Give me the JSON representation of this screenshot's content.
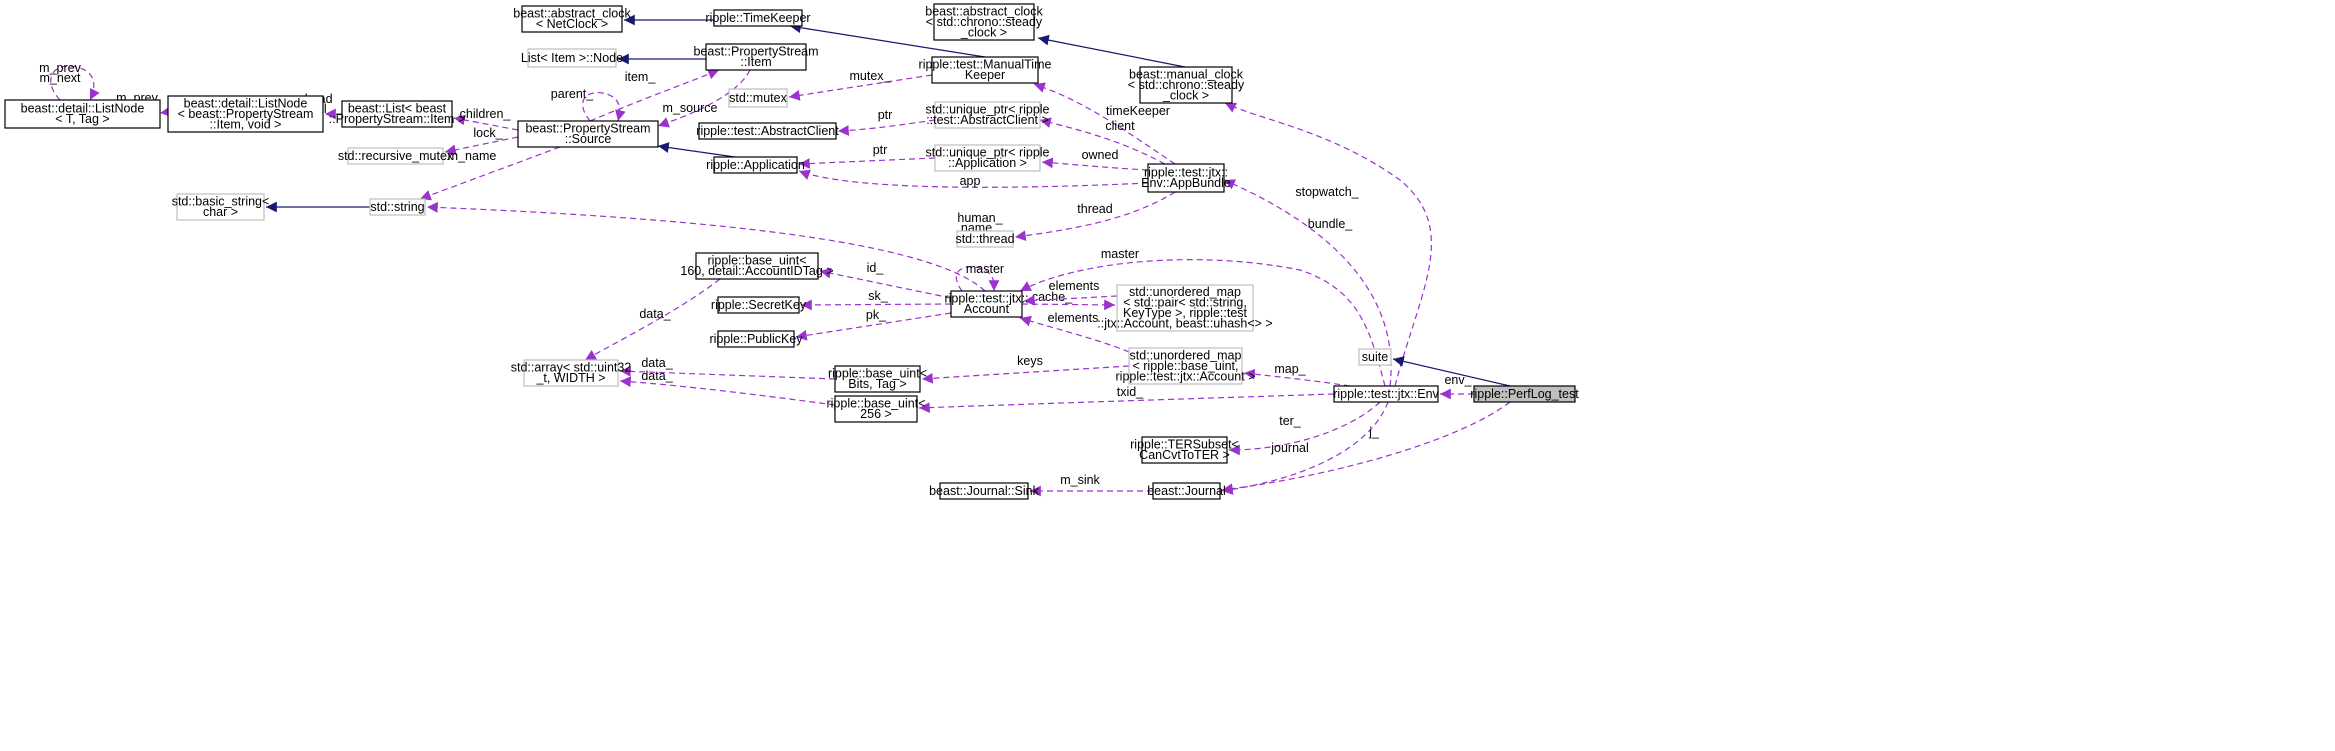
{
  "nodes": [
    {
      "id": "listnode_t",
      "lines": [
        "beast::detail::ListNode",
        "< T, Tag >"
      ]
    },
    {
      "id": "listnode_item",
      "lines": [
        "beast::detail::ListNode",
        "< beast::PropertyStream",
        "::Item, void >"
      ]
    },
    {
      "id": "list_item",
      "lines": [
        "beast::List< beast",
        "::PropertyStream::Item >"
      ]
    },
    {
      "id": "ps_source",
      "lines": [
        "beast::PropertyStream",
        "::Source"
      ]
    },
    {
      "id": "ps_item",
      "lines": [
        "beast::PropertyStream",
        "::Item"
      ]
    },
    {
      "id": "list_node",
      "lines": [
        "List< Item >::Node"
      ],
      "gray": true
    },
    {
      "id": "abs_clock_net",
      "lines": [
        "beast::abstract_clock",
        "< NetClock >"
      ]
    },
    {
      "id": "timekeeper",
      "lines": [
        "ripple::TimeKeeper"
      ]
    },
    {
      "id": "manual_tk",
      "lines": [
        "ripple::test::ManualTime",
        "Keeper"
      ]
    },
    {
      "id": "std_mutex",
      "lines": [
        "std::mutex"
      ],
      "gray": true
    },
    {
      "id": "abs_clock_steady",
      "lines": [
        "beast::abstract_clock",
        "< std::chrono::steady",
        "_clock >"
      ]
    },
    {
      "id": "manual_clock",
      "lines": [
        "beast::manual_clock",
        "< std::chrono::steady",
        "_clock >"
      ]
    },
    {
      "id": "abstract_client",
      "lines": [
        "ripple::test::AbstractClient"
      ]
    },
    {
      "id": "uptr_client",
      "lines": [
        "std::unique_ptr< ripple",
        "::test::AbstractClient >"
      ],
      "gray": true
    },
    {
      "id": "application",
      "lines": [
        "ripple::Application"
      ]
    },
    {
      "id": "uptr_app",
      "lines": [
        "std::unique_ptr< ripple",
        "::Application >"
      ],
      "gray": true
    },
    {
      "id": "appbundle",
      "lines": [
        "ripple::test::jtx::",
        "Env::AppBundle"
      ]
    },
    {
      "id": "recursive_mutex",
      "lines": [
        "std::recursive_mutex"
      ],
      "gray": true
    },
    {
      "id": "basic_string",
      "lines": [
        "std::basic_string<",
        "char >"
      ],
      "gray": true
    },
    {
      "id": "std_string",
      "lines": [
        "std::string"
      ],
      "gray": true
    },
    {
      "id": "std_thread",
      "lines": [
        "std::thread"
      ],
      "gray": true
    },
    {
      "id": "base_uint_160",
      "lines": [
        "ripple::base_uint<",
        "160, detail::AccountIDTag >"
      ]
    },
    {
      "id": "secretkey",
      "lines": [
        "ripple::SecretKey"
      ]
    },
    {
      "id": "publickey",
      "lines": [
        "ripple::PublicKey"
      ]
    },
    {
      "id": "account",
      "lines": [
        "ripple::test::jtx::",
        "Account"
      ]
    },
    {
      "id": "umap_pair",
      "lines": [
        "std::unordered_map",
        "< std::pair< std::string,",
        "KeyType >, ripple::test",
        "::jtx::Account, beast::uhash<> >"
      ],
      "gray": true
    },
    {
      "id": "umap_acct",
      "lines": [
        "std::unordered_map",
        "< ripple::base_uint,",
        "ripple::test::jtx::Account >"
      ],
      "gray": true
    },
    {
      "id": "std_array",
      "lines": [
        "std::array< std::uint32",
        "_t, WIDTH >"
      ],
      "gray": true
    },
    {
      "id": "base_uint_bits",
      "lines": [
        "ripple::base_uint<",
        "Bits, Tag >"
      ]
    },
    {
      "id": "base_uint_256",
      "lines": [
        "ripple::base_uint<",
        "256 >"
      ]
    },
    {
      "id": "env",
      "lines": [
        "ripple::test::jtx::Env"
      ]
    },
    {
      "id": "suite",
      "lines": [
        "suite"
      ],
      "gray": true
    },
    {
      "id": "perflog_test",
      "lines": [
        "ripple::PerfLog_test"
      ],
      "self": true
    },
    {
      "id": "ter_subset",
      "lines": [
        "ripple::TERSubset<",
        "CanCvtToTER >"
      ]
    },
    {
      "id": "journal_sink",
      "lines": [
        "beast::Journal::Sink"
      ]
    },
    {
      "id": "journal",
      "lines": [
        "beast::Journal"
      ]
    }
  ],
  "edges": [
    {
      "id": "e_self_listnode",
      "kind": "use",
      "labels": [
        "m_prev",
        "m_next"
      ]
    },
    {
      "id": "e_listnodeitem_listnode",
      "kind": "use",
      "labels": [
        "m_prev",
        "m_next"
      ]
    },
    {
      "id": "e_list_listnodeitem",
      "kind": "use",
      "labels": [
        "m_head",
        "m_tail"
      ]
    },
    {
      "id": "e_source_list",
      "kind": "use",
      "labels": [
        "children_"
      ]
    },
    {
      "id": "e_source_self",
      "kind": "use",
      "labels": [
        "parent_"
      ]
    },
    {
      "id": "e_source_item",
      "kind": "use",
      "labels": [
        "item_"
      ]
    },
    {
      "id": "e_item_source",
      "kind": "use",
      "labels": [
        "m_source"
      ]
    },
    {
      "id": "e_item_node",
      "kind": "inherit",
      "labels": []
    },
    {
      "id": "e_source_recmutex",
      "kind": "use",
      "labels": [
        "lock_"
      ]
    },
    {
      "id": "e_source_string",
      "kind": "use",
      "labels": [
        "m_name"
      ]
    },
    {
      "id": "e_string_basic",
      "kind": "inherit",
      "labels": []
    },
    {
      "id": "e_app_source",
      "kind": "inherit",
      "labels": []
    },
    {
      "id": "e_tk_absclock",
      "kind": "inherit",
      "labels": []
    },
    {
      "id": "e_mtk_tk",
      "kind": "inherit",
      "labels": []
    },
    {
      "id": "e_mtk_mutex",
      "kind": "use",
      "labels": [
        "mutex_"
      ]
    },
    {
      "id": "e_mclock_absclock",
      "kind": "inherit",
      "labels": []
    },
    {
      "id": "e_uptrclient_client",
      "kind": "use",
      "labels": [
        "ptr"
      ]
    },
    {
      "id": "e_uptrapp_app",
      "kind": "use",
      "labels": [
        "ptr"
      ]
    },
    {
      "id": "e_bundle_mtk",
      "kind": "use",
      "labels": [
        "timeKeeper"
      ]
    },
    {
      "id": "e_bundle_uptrclient",
      "kind": "use",
      "labels": [
        "client"
      ]
    },
    {
      "id": "e_bundle_uptrapp",
      "kind": "use",
      "labels": [
        "owned"
      ]
    },
    {
      "id": "e_bundle_app",
      "kind": "use",
      "labels": [
        "app"
      ]
    },
    {
      "id": "e_bundle_thread",
      "kind": "use",
      "labels": [
        "thread"
      ]
    },
    {
      "id": "e_account_string",
      "kind": "use",
      "labels": [
        "human_",
        "name_"
      ]
    },
    {
      "id": "e_account_self",
      "kind": "use",
      "labels": [
        "master"
      ]
    },
    {
      "id": "e_account_bu160",
      "kind": "use",
      "labels": [
        "id_"
      ]
    },
    {
      "id": "e_account_secret",
      "kind": "use",
      "labels": [
        "sk_"
      ]
    },
    {
      "id": "e_account_public",
      "kind": "use",
      "labels": [
        "pk_"
      ]
    },
    {
      "id": "e_account_umappair",
      "kind": "use",
      "labels": [
        "cache_"
      ]
    },
    {
      "id": "e_umappair_account",
      "kind": "use",
      "labels": [
        "elements"
      ]
    },
    {
      "id": "e_umapacct_account",
      "kind": "use",
      "labels": [
        "elements"
      ]
    },
    {
      "id": "e_bu160_array",
      "kind": "use",
      "labels": [
        "data_"
      ]
    },
    {
      "id": "e_bubits_array",
      "kind": "use",
      "labels": [
        "data_"
      ]
    },
    {
      "id": "e_bu256_array",
      "kind": "use",
      "labels": [
        "data_"
      ]
    },
    {
      "id": "e_umapacct_bubits",
      "kind": "use",
      "labels": [
        "keys"
      ]
    },
    {
      "id": "e_env_umapacct",
      "kind": "use",
      "labels": [
        "map_"
      ]
    },
    {
      "id": "e_env_bu256",
      "kind": "use",
      "labels": [
        "txid_"
      ]
    },
    {
      "id": "e_env_account",
      "kind": "use",
      "labels": [
        "master"
      ]
    },
    {
      "id": "e_env_mclock",
      "kind": "use",
      "labels": [
        "stopwatch_"
      ]
    },
    {
      "id": "e_env_bundle",
      "kind": "use",
      "labels": [
        "bundle_"
      ]
    },
    {
      "id": "e_env_ter",
      "kind": "use",
      "labels": [
        "ter_"
      ]
    },
    {
      "id": "e_env_journal",
      "kind": "use",
      "labels": [
        "journal"
      ]
    },
    {
      "id": "e_perflog_env",
      "kind": "use",
      "labels": [
        "env_"
      ]
    },
    {
      "id": "e_perflog_suite",
      "kind": "inherit",
      "labels": []
    },
    {
      "id": "e_perflog_journal",
      "kind": "use",
      "labels": [
        "j_"
      ]
    },
    {
      "id": "e_journal_sink",
      "kind": "use",
      "labels": [
        "m_sink"
      ]
    }
  ],
  "colors": {
    "inherit": "#191970",
    "use": "#9a32cd",
    "self_fill": "#bfbfbf",
    "gray_border": "#bfbfbf"
  }
}
